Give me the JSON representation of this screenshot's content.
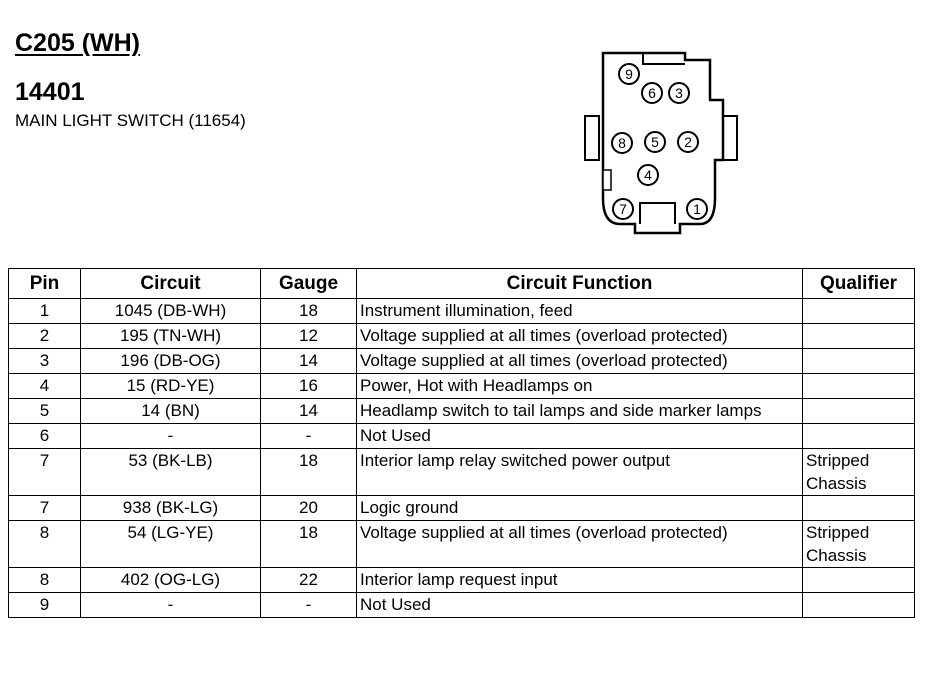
{
  "header": {
    "connector_id": "C205 (WH)",
    "part_number": "14401",
    "part_name": "MAIN LIGHT SWITCH (11654)"
  },
  "connector": {
    "pins": [
      "9",
      "6",
      "3",
      "8",
      "5",
      "2",
      "4",
      "7",
      "1"
    ]
  },
  "table": {
    "columns": [
      "Pin",
      "Circuit",
      "Gauge",
      "Circuit Function",
      "Qualifier"
    ],
    "rows": [
      {
        "pin": "1",
        "circuit": "1045 (DB-WH)",
        "gauge": "18",
        "function": "Instrument illumination, feed",
        "qualifier": ""
      },
      {
        "pin": "2",
        "circuit": "195 (TN-WH)",
        "gauge": "12",
        "function": "Voltage supplied at all times (overload protected)",
        "qualifier": ""
      },
      {
        "pin": "3",
        "circuit": "196 (DB-OG)",
        "gauge": "14",
        "function": "Voltage supplied at all times (overload protected)",
        "qualifier": ""
      },
      {
        "pin": "4",
        "circuit": "15 (RD-YE)",
        "gauge": "16",
        "function": "Power, Hot with Headlamps on",
        "qualifier": ""
      },
      {
        "pin": "5",
        "circuit": "14 (BN)",
        "gauge": "14",
        "function": "Headlamp switch to tail lamps and side marker lamps",
        "qualifier": ""
      },
      {
        "pin": "6",
        "circuit": "-",
        "gauge": "-",
        "function": "Not Used",
        "qualifier": ""
      },
      {
        "pin": "7",
        "circuit": "53 (BK-LB)",
        "gauge": "18",
        "function": "Interior lamp relay switched power output",
        "qualifier": "Stripped Chassis"
      },
      {
        "pin": "7",
        "circuit": "938 (BK-LG)",
        "gauge": "20",
        "function": "Logic ground",
        "qualifier": ""
      },
      {
        "pin": "8",
        "circuit": "54 (LG-YE)",
        "gauge": "18",
        "function": "Voltage supplied at all times (overload protected)",
        "qualifier": "Stripped Chassis"
      },
      {
        "pin": "8",
        "circuit": "402 (OG-LG)",
        "gauge": "22",
        "function": "Interior lamp request input",
        "qualifier": ""
      },
      {
        "pin": "9",
        "circuit": "-",
        "gauge": "-",
        "function": "Not Used",
        "qualifier": ""
      }
    ]
  }
}
